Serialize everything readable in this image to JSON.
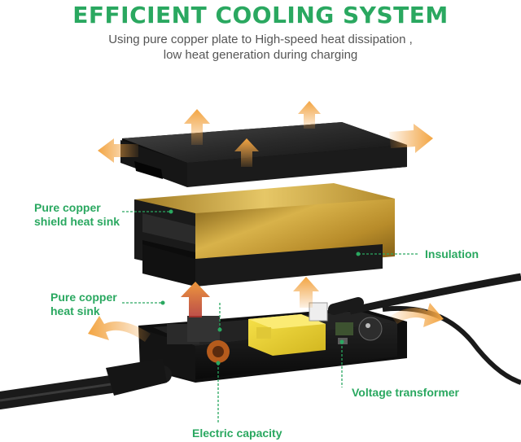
{
  "title": "EFFICIENT COOLING SYSTEM",
  "subtitle_line1": "Using pure copper plate to High-speed heat dissipation ,",
  "subtitle_line2": "low heat generation during charging",
  "labels": {
    "copper_shield_line1": "Pure copper",
    "copper_shield_line2": "shield heat sink",
    "insulation": "Insulation",
    "copper_sink_line1": "Pure copper",
    "copper_sink_line2": "heat sink",
    "voltage_transformer": "Voltage transformer",
    "electric_capacity": "Electric capacity"
  },
  "colors": {
    "accent_green": "#2aa860",
    "heat_arrow": "#f0a040",
    "copper": "#c9a23a",
    "case_black": "#1c1c1c"
  }
}
